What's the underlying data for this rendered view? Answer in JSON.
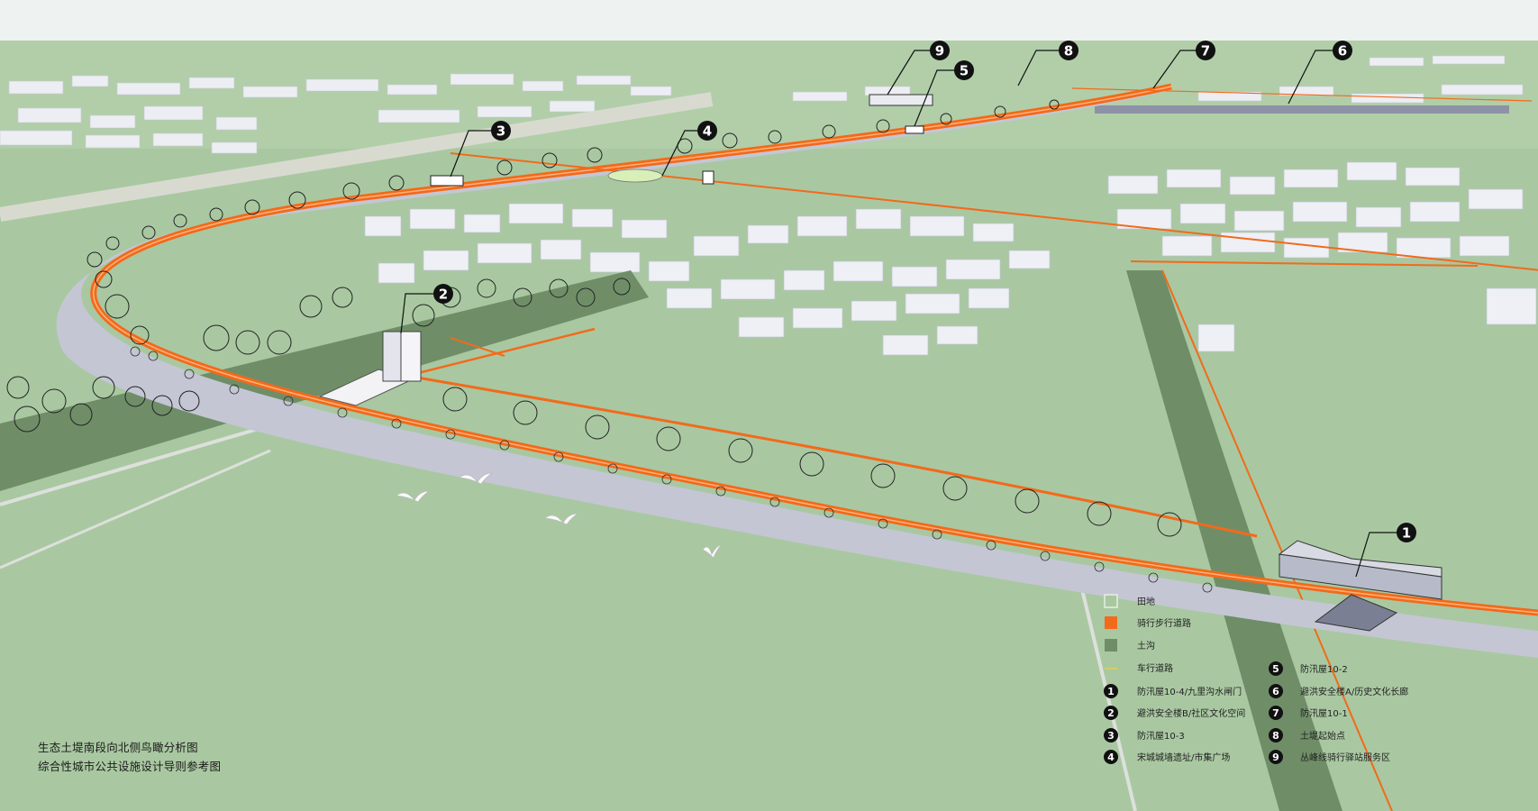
{
  "caption": {
    "line1": "生态土堤南段向北侧鸟瞰分析图",
    "line2": "综合性城市公共设施设计导则参考图"
  },
  "legend": {
    "swatches": [
      {
        "label": "田地",
        "color": "#a8c8a0"
      },
      {
        "label": "骑行步行道路",
        "color": "#f26a1b"
      },
      {
        "label": "土沟",
        "color": "#6f8e68"
      },
      {
        "label": "车行道路",
        "color": "#e0d24a"
      }
    ],
    "items": [
      {
        "num": "1",
        "label": "防汛屋10-4/九里沟水闸门"
      },
      {
        "num": "2",
        "label": "避洪安全楼B/社区文化空间"
      },
      {
        "num": "3",
        "label": "防汛屋10-3"
      },
      {
        "num": "4",
        "label": "宋城城墙遗址/市集广场"
      },
      {
        "num": "5",
        "label": "防汛屋10-2"
      },
      {
        "num": "6",
        "label": "避洪安全楼A/历史文化长廊"
      },
      {
        "num": "7",
        "label": "防汛屋10-1"
      },
      {
        "num": "8",
        "label": "土堤起始点"
      },
      {
        "num": "9",
        "label": "丛峰线骑行驿站服务区"
      }
    ]
  },
  "markers": [
    "1",
    "2",
    "3",
    "4",
    "5",
    "6",
    "7",
    "8",
    "9"
  ],
  "colors": {
    "field": "#a8c8a0",
    "path": "#f26a1b",
    "dike": "#c4c6d4",
    "ditch": "#6f8e68",
    "sky": "#e8eeec"
  }
}
